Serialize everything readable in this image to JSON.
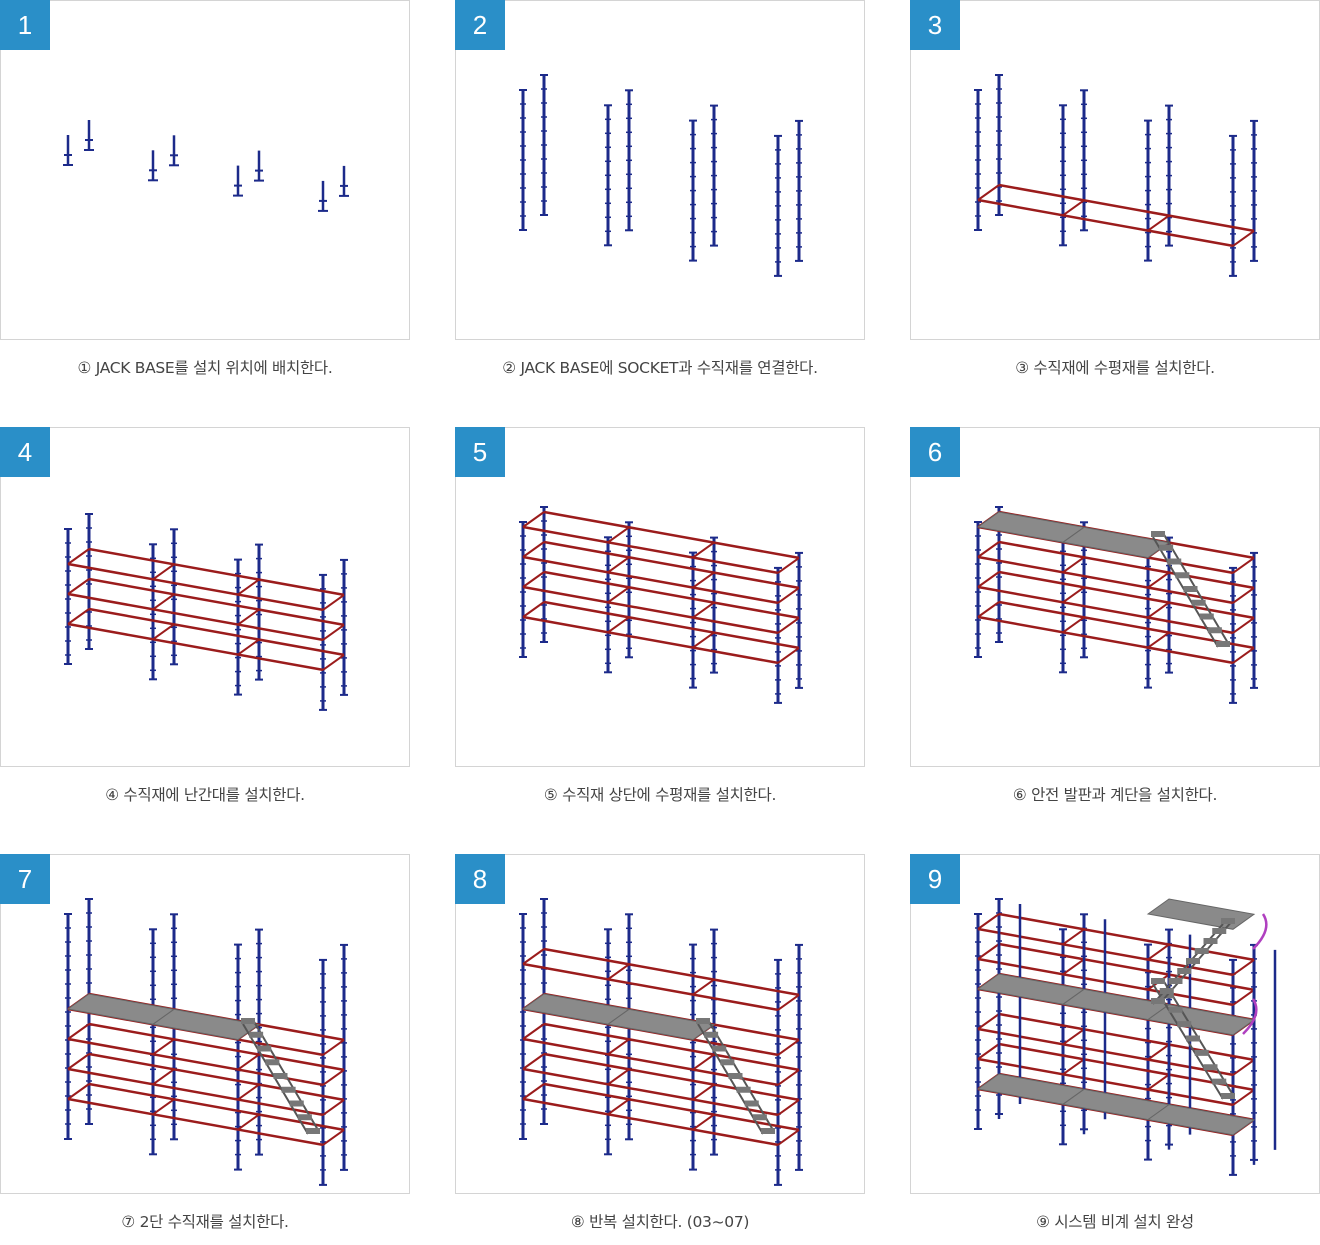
{
  "steps": [
    {
      "number": "1",
      "caption": "① JACK BASE를 설치 위치에 배치한다."
    },
    {
      "number": "2",
      "caption": "② JACK BASE에 SOCKET과 수직재를 연결한다."
    },
    {
      "number": "3",
      "caption": "③ 수직재에 수평재를 설치한다."
    },
    {
      "number": "4",
      "caption": "④ 수직재에 난간대를 설치한다."
    },
    {
      "number": "5",
      "caption": "⑤ 수직재 상단에 수평재를 설치한다."
    },
    {
      "number": "6",
      "caption": "⑥ 안전 발판과 계단을 설치한다."
    },
    {
      "number": "7",
      "caption": "⑦ 2단 수직재를 설치한다."
    },
    {
      "number": "8",
      "caption": "⑧ 반복 설치한다. (03~07)"
    },
    {
      "number": "9",
      "caption": "⑨ 시스템 비계 설치 완성"
    }
  ],
  "colors": {
    "badge": "#2a8fc8",
    "vertical_member": "#1c2a8a",
    "horizontal_member": "#9b1c1c",
    "plank": "#8a8a8a",
    "bracket": "#b040c0"
  }
}
